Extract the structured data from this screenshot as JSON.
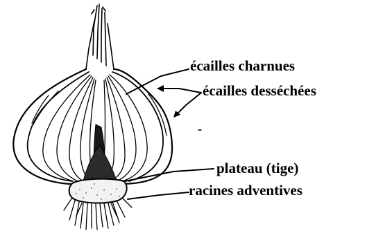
{
  "diagram": {
    "labels": {
      "ecailles_charnues": "écailles charnues",
      "ecailles_dessechees": "écailles desséchées",
      "plateau": "plateau (tige)",
      "racines": "racines adventives"
    },
    "colors": {
      "ink": "#000000",
      "background": "#ffffff"
    }
  }
}
